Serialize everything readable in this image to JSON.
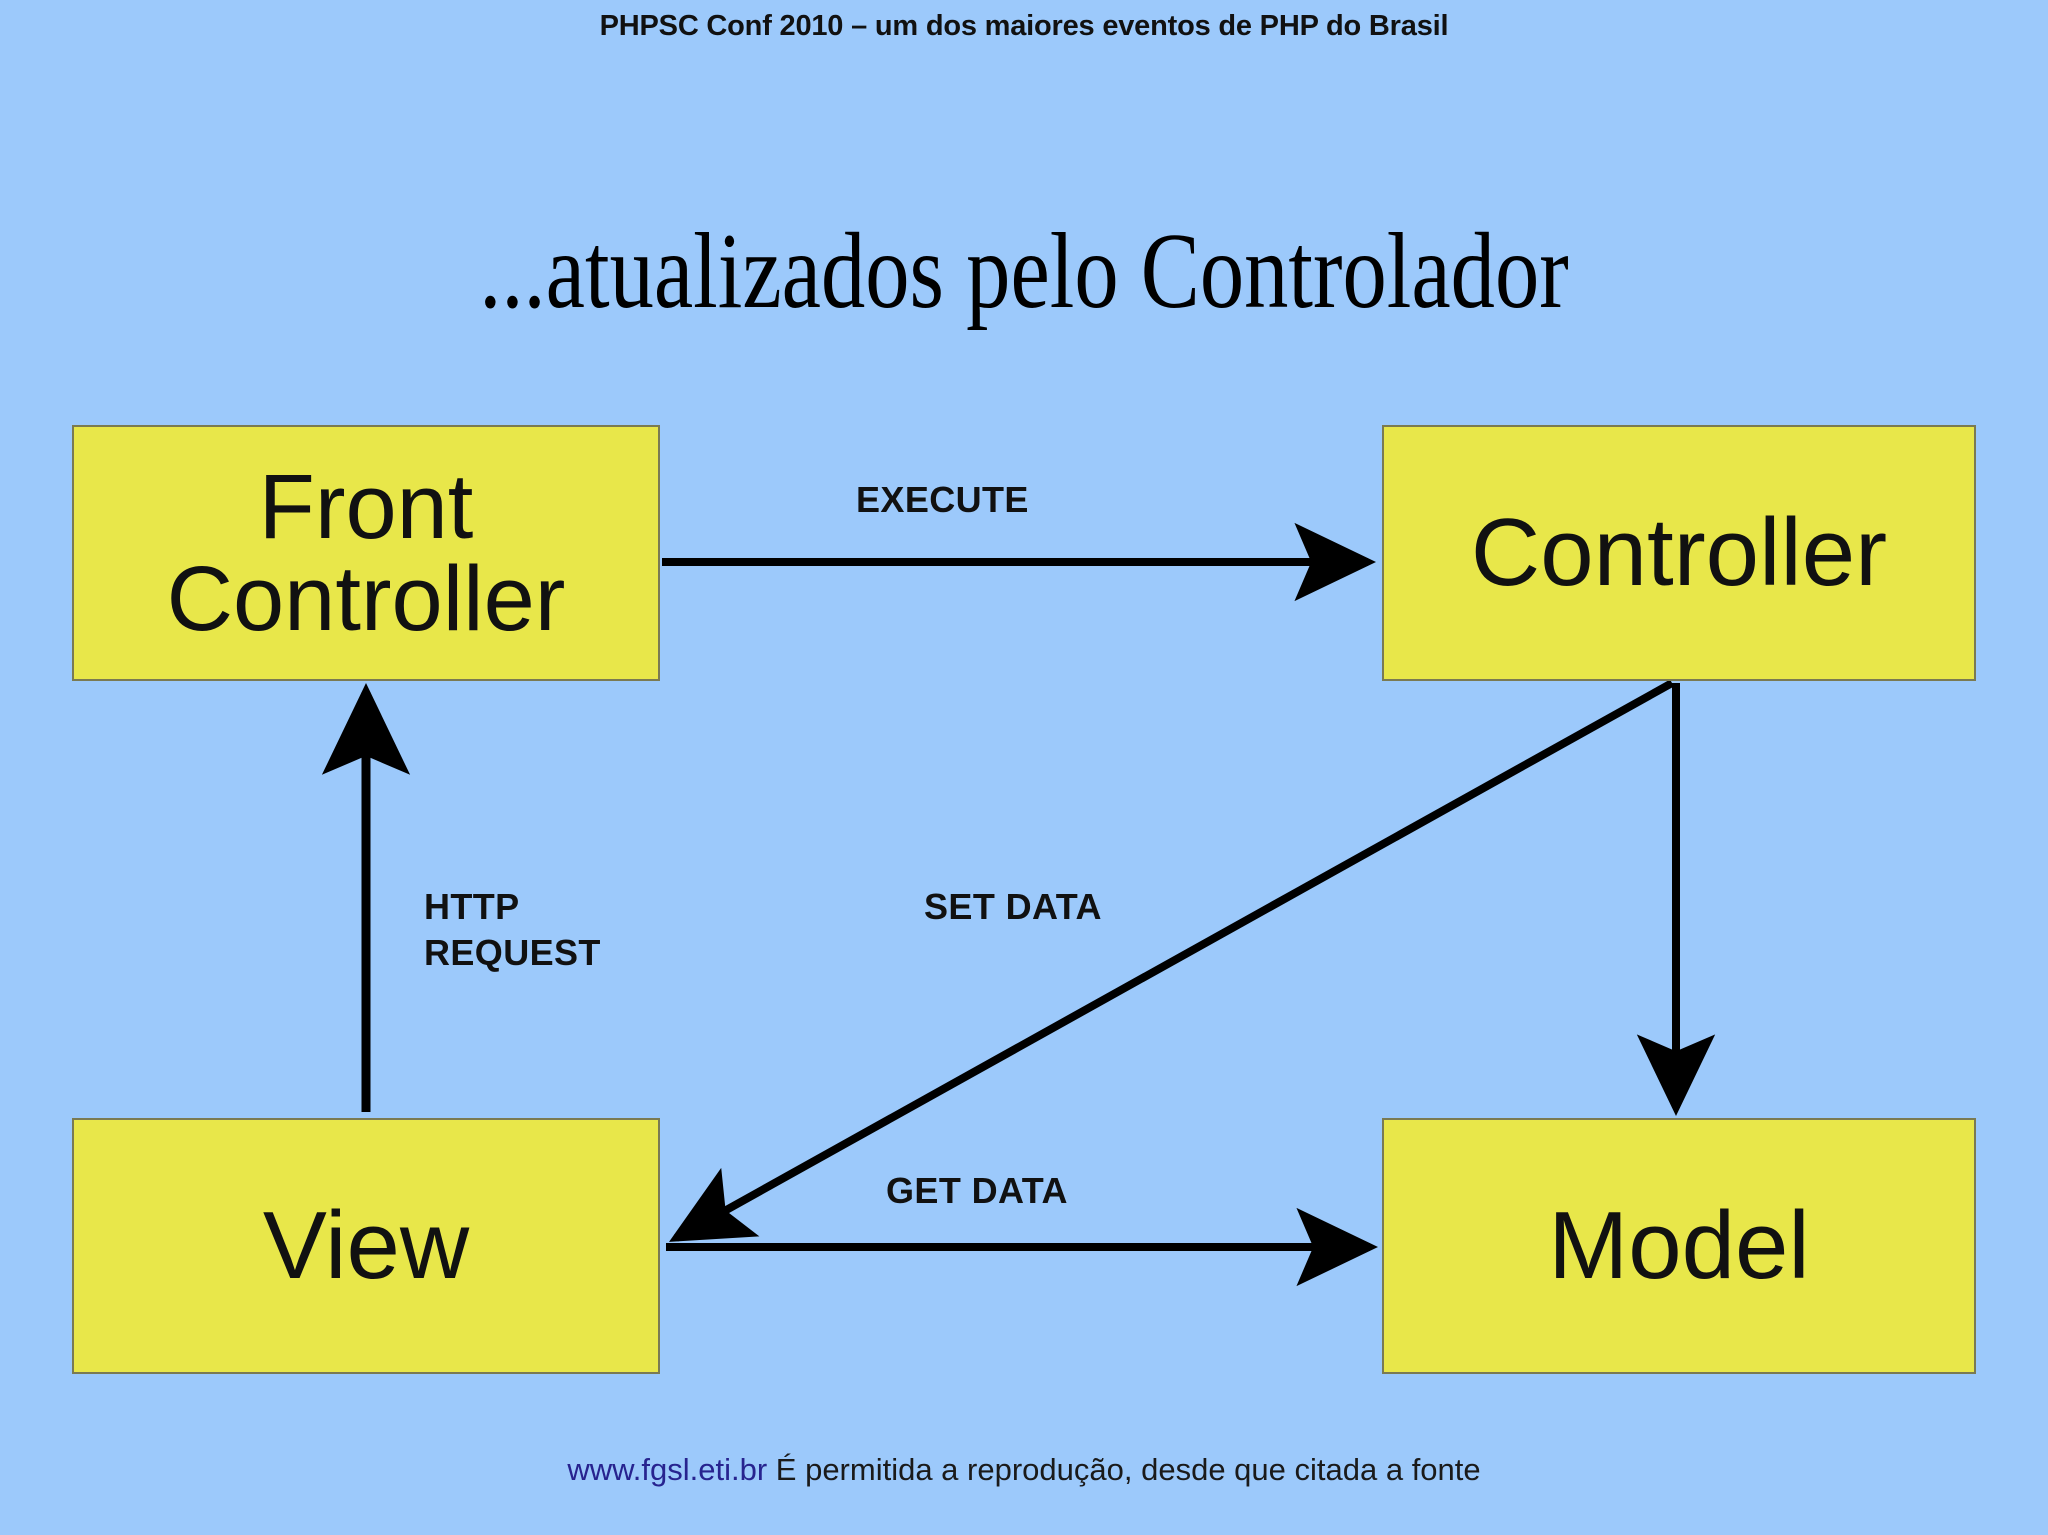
{
  "slide": {
    "background_color": "#9cc9fb",
    "header": "PHPSC Conf 2010 – um dos maiores eventos de PHP do Brasil",
    "title": "...atualizados pelo Controlador",
    "footer_url": "www.fgsl.eti.br",
    "footer_text": " É permitida a reprodução, desde que citada a fonte"
  },
  "diagram": {
    "box_fill_color": "#e8e74a",
    "box_border_color": "#7a7a52",
    "arrow_color": "#000000",
    "boxes": [
      {
        "id": "front-controller",
        "line1": "Front",
        "line2": "Controller"
      },
      {
        "id": "controller",
        "label": "Controller"
      },
      {
        "id": "view",
        "label": "View"
      },
      {
        "id": "model",
        "label": "Model"
      }
    ],
    "edges": [
      {
        "id": "execute",
        "label": "EXECUTE",
        "from": "Front Controller",
        "to": "Controller"
      },
      {
        "id": "http-request",
        "label": "HTTP\nREQUEST",
        "from": "View",
        "to": "Front Controller"
      },
      {
        "id": "set-data",
        "label": "SET DATA",
        "from": "Controller",
        "to": "View"
      },
      {
        "id": "get-data",
        "label": "GET DATA",
        "from": "View",
        "to": "Model"
      },
      {
        "id": "controller-to-model",
        "label": "",
        "from": "Controller",
        "to": "Model"
      }
    ]
  }
}
